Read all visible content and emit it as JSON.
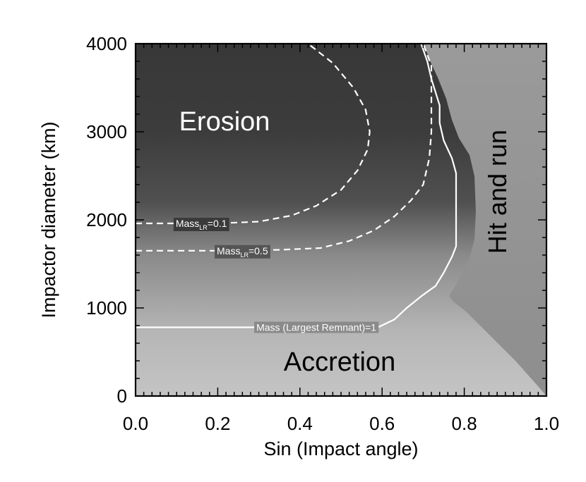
{
  "chart_data": {
    "type": "heatmap",
    "xlabel": "Sin (Impact angle)",
    "ylabel": "Impactor diameter (km)",
    "xlim": [
      0.0,
      1.0
    ],
    "ylim": [
      0,
      4000
    ],
    "xticks": [
      "0.0",
      "0.2",
      "0.4",
      "0.6",
      "0.8",
      "1.0"
    ],
    "yticks": [
      "0",
      "1000",
      "2000",
      "3000",
      "4000"
    ],
    "regions": [
      {
        "name": "Erosion",
        "color": "#3a3a3a"
      },
      {
        "name": "Accretion",
        "color": "#bcbcbc"
      },
      {
        "name": "Hit and run",
        "color": "#909090"
      }
    ],
    "region_labels": [
      {
        "text": "Erosion",
        "x": 0.28,
        "y": 3100
      },
      {
        "text": "Accretion",
        "x": 0.5,
        "y": 300
      },
      {
        "text": "Hit and run",
        "x": 0.88,
        "y": 2250
      }
    ],
    "contours": [
      {
        "label_main": "Mass",
        "label_sub": "LR",
        "label_value": "=0.1",
        "style": "dashed",
        "label_at": [
          0.16,
          1960
        ],
        "points": [
          [
            0.0,
            1960
          ],
          [
            0.1,
            1960
          ],
          [
            0.2,
            1960
          ],
          [
            0.3,
            1980
          ],
          [
            0.38,
            2050
          ],
          [
            0.44,
            2160
          ],
          [
            0.5,
            2340
          ],
          [
            0.54,
            2560
          ],
          [
            0.565,
            2800
          ],
          [
            0.57,
            3000
          ],
          [
            0.56,
            3250
          ],
          [
            0.53,
            3500
          ],
          [
            0.48,
            3780
          ],
          [
            0.42,
            4000
          ]
        ]
      },
      {
        "label_main": "Mass",
        "label_sub": "LR",
        "label_value": "=0.5",
        "style": "dashed",
        "label_at": [
          0.26,
          1650
        ],
        "points": [
          [
            0.0,
            1650
          ],
          [
            0.2,
            1650
          ],
          [
            0.35,
            1660
          ],
          [
            0.45,
            1680
          ],
          [
            0.52,
            1760
          ],
          [
            0.58,
            1880
          ],
          [
            0.63,
            2040
          ],
          [
            0.67,
            2220
          ],
          [
            0.7,
            2400
          ],
          [
            0.715,
            2700
          ],
          [
            0.72,
            3000
          ],
          [
            0.72,
            3400
          ],
          [
            0.72,
            3750
          ],
          [
            0.7,
            4000
          ]
        ]
      },
      {
        "label_main": "Mass (Largest Remnant)=1",
        "label_sub": "",
        "label_value": "",
        "style": "solid",
        "label_at": [
          0.44,
          780
        ],
        "points": [
          [
            0.0,
            780
          ],
          [
            0.28,
            780
          ],
          [
            0.59,
            780
          ],
          [
            0.63,
            870
          ],
          [
            0.66,
            1000
          ],
          [
            0.7,
            1150
          ],
          [
            0.73,
            1250
          ],
          [
            0.75,
            1400
          ],
          [
            0.77,
            1580
          ],
          [
            0.78,
            1700
          ],
          [
            0.78,
            2000
          ],
          [
            0.78,
            2530
          ],
          [
            0.77,
            2700
          ],
          [
            0.75,
            2900
          ],
          [
            0.74,
            3100
          ],
          [
            0.74,
            3300
          ],
          [
            0.72,
            3600
          ],
          [
            0.71,
            3800
          ],
          [
            0.695,
            4000
          ]
        ]
      }
    ]
  }
}
